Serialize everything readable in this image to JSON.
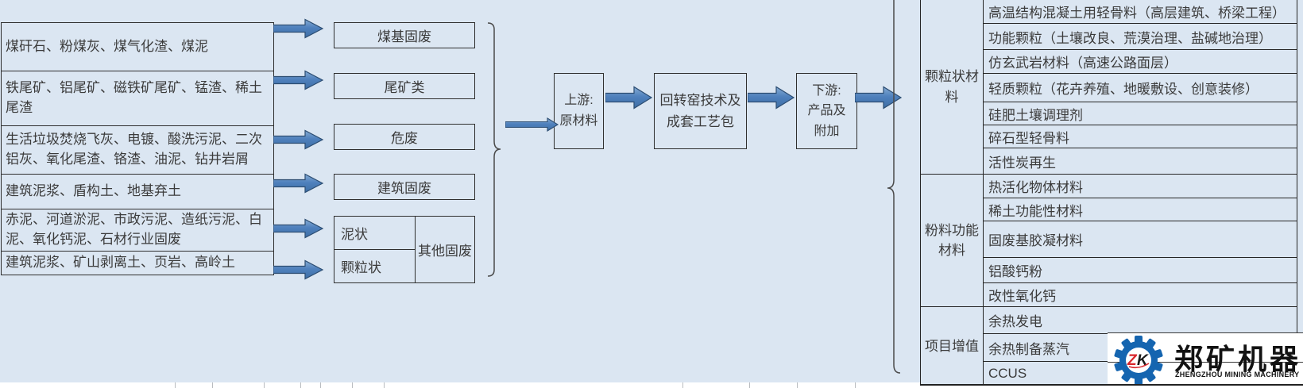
{
  "sources": [
    "煤矸石、粉煤灰、煤气化渣、煤泥",
    "铁尾矿、铝尾矿、磁铁矿尾矿、锰渣、稀土尾渣",
    "生活垃圾焚烧飞灰、电镀、酸洗污泥、二次铝灰、氧化尾渣、铬渣、油泥、钻井岩屑",
    "建筑泥浆、盾构土、地基弃土",
    "赤泥、河道淤泥、市政污泥、造纸污泥、白泥、氧化钙泥、石材行业固废",
    "建筑泥浆、矿山剥离土、页岩、高岭土"
  ],
  "categories": [
    "煤基固废",
    "尾矿类",
    "危废",
    "建筑固废"
  ],
  "other_waste": {
    "mud": "泥状",
    "granular": "颗粒状",
    "label": "其他固废"
  },
  "flow": {
    "upstream": "上游:\n原材料",
    "process": "回转窑技术及成套工艺包",
    "downstream": "下游:\n产品及\n附加"
  },
  "products": {
    "sections": [
      {
        "category": "颗粒状材料",
        "items": [
          "高温结构混凝土用轻骨料（高层建筑、桥梁工程）",
          "功能颗粒（土壤改良、荒漠治理、盐碱地治理）",
          "仿玄武岩材料（高速公路面层）",
          "轻质颗粒（花卉养殖、地暖敷设、创意装修）",
          "硅肥土壤调理剂",
          "碎石型轻骨料",
          "活性炭再生"
        ]
      },
      {
        "category": "粉料功能材料",
        "items": [
          "热活化物体材料",
          "稀土功能性材料",
          "固废基胶凝材料",
          "铝酸钙粉",
          "改性氧化钙"
        ]
      },
      {
        "category": "项目增值",
        "items": [
          "余热发电",
          "余热制备蒸汽",
          "CCUS"
        ]
      }
    ]
  },
  "logo": {
    "monogram_z": "Z",
    "monogram_k": "K",
    "name_cn": "郑矿机器",
    "name_en": "ZHENGZHOU MINING MACHINERY"
  },
  "colors": {
    "background": "#dbe6f2",
    "arrow_fill": "#4f81bd",
    "arrow_border": "#2c4d72",
    "line": "#2f2f2f",
    "logo_blue": "#1565b0",
    "logo_red": "#d9262c"
  }
}
